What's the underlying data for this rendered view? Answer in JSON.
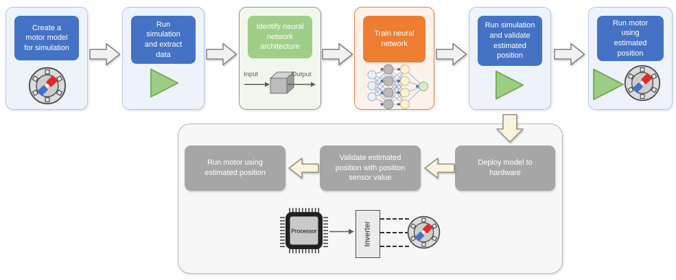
{
  "diagram": {
    "steps": [
      {
        "label": "Create a\nmotor model\nfor simulation"
      },
      {
        "label": "Run\nsimulation\nand extract\ndata"
      },
      {
        "label": "Identify neural\nnetwork\narchitecture"
      },
      {
        "label": "Train neural\nnetwork"
      },
      {
        "label": "Run simulation\nand validate\nestimated\nposition"
      },
      {
        "label": "Run motor\nusing\nestimated\nposition"
      }
    ],
    "blackbox": {
      "input_label": "Input",
      "output_label": "Output"
    },
    "hardware": {
      "steps": [
        {
          "label": "Deploy model to\nhardware"
        },
        {
          "label": "Validate estimated\nposition with position\nsensor value"
        },
        {
          "label": "Run motor using\nestimated position"
        }
      ],
      "processor_label": "Processor",
      "inverter_label": "Inverter"
    },
    "colors": {
      "step_blue": "#4472C4",
      "step_green": "#A0CE88",
      "step_orange": "#ED7D31",
      "container_blue_bg": "#EEF2FA",
      "container_blue_border": "#AEC6E8",
      "container_green_bg": "#F1F7EC",
      "container_orange_bg": "#FDF2EA",
      "hardware_box_gray": "#A6A6A6",
      "hardware_panel_bg": "#F7F7F7",
      "flow_arrow_gray": "#F1F1F1",
      "flow_arrow_cream": "#FAF3DD",
      "play_triangle_green": "#9CCD84",
      "motor_red": "#DF2B2B",
      "motor_blue": "#4472C4"
    }
  }
}
